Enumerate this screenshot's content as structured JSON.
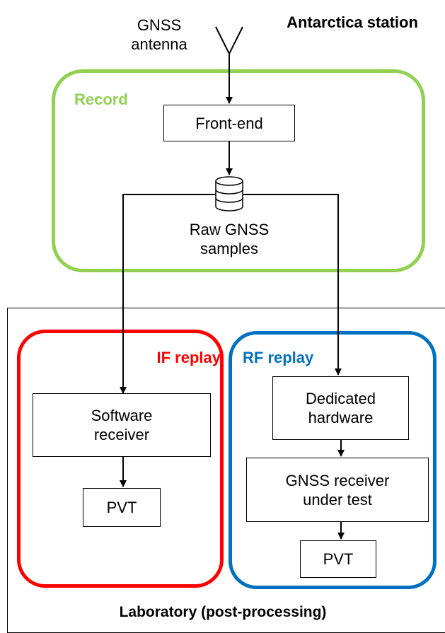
{
  "antenna_label": [
    "GNSS",
    "antenna"
  ],
  "station_label": "Antarctica station",
  "record": {
    "label": "Record",
    "color": "#92d050"
  },
  "front_end": "Front-end",
  "storage_label": [
    "Raw GNSS",
    "samples"
  ],
  "laboratory_label": "Laboratory (post-processing)",
  "if_replay": {
    "label": "IF replay",
    "color": "#ff0000",
    "software_receiver": [
      "Software",
      "receiver"
    ],
    "pvt": "PVT"
  },
  "rf_replay": {
    "label": "RF replay",
    "color": "#0070c0",
    "dedicated_hardware": [
      "Dedicated",
      "hardware"
    ],
    "receiver_under_test": [
      "GNSS receiver",
      "under test"
    ],
    "pvt": "PVT"
  }
}
